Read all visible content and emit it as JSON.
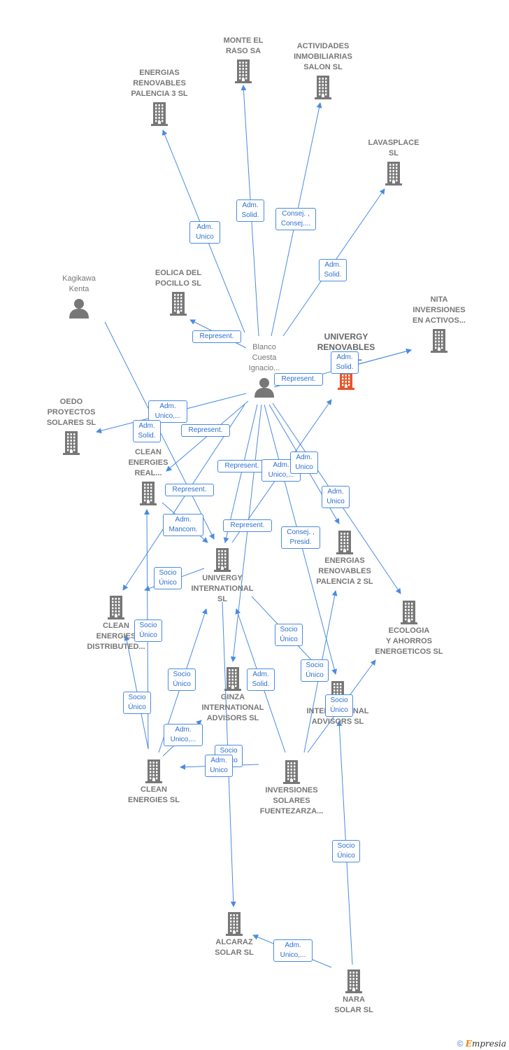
{
  "colors": {
    "edge": "#4a8be0",
    "company_icon": "#777777",
    "focus_icon": "#e8542a",
    "person_icon": "#777777"
  },
  "nodes": [
    {
      "id": "monte",
      "label": "MONTE EL\nRASO SA",
      "icon": "building-icon"
    },
    {
      "id": "actividades",
      "label": "ACTIVIDADES\nINMOBILIARIAS\nSALON SL",
      "icon": "building-icon"
    },
    {
      "id": "energias3",
      "label": "ENERGIAS\nRENOVABLES\nPALENCIA 3 SL",
      "icon": "building-icon"
    },
    {
      "id": "lavasplace",
      "label": "LAVASPLACE\nSL",
      "icon": "building-icon"
    },
    {
      "id": "kagikawa",
      "label": "Kagikawa\nKenta",
      "icon": "person-icon"
    },
    {
      "id": "eolica",
      "label": "EOLICA DEL\nPOCILLO SL",
      "icon": "building-icon"
    },
    {
      "id": "nita",
      "label": "NITA\nINVERSIONES\nEN ACTIVOS...",
      "icon": "building-icon"
    },
    {
      "id": "blanco",
      "label": "Blanco\nCuesta\nIgnacio...",
      "icon": "person-icon"
    },
    {
      "id": "univergy_ren",
      "label": "UNIVERGY\nRENOVABLES\nDE... SL",
      "icon": "building-icon"
    },
    {
      "id": "oedo",
      "label": "OEDO\nPROYECTOS\nSOLARES  SL",
      "icon": "building-icon"
    },
    {
      "id": "clean_real",
      "label": "CLEAN\nENERGIES\nREAL...",
      "icon": "building-icon"
    },
    {
      "id": "energias2",
      "label": "ENERGIAS\nRENOVABLES\nPALENCIA 2 SL",
      "icon": "building-icon"
    },
    {
      "id": "univergy_int",
      "label": "UNIVERGY\nINTERNATIONAL\nSL",
      "icon": "building-icon"
    },
    {
      "id": "clean_dist",
      "label": "CLEAN\nENERGIES\nDISTRIBUTED...",
      "icon": "building-icon"
    },
    {
      "id": "ecologia",
      "label": "ECOLOGIA\nY AHORROS\nENERGETICOS SL",
      "icon": "building-icon"
    },
    {
      "id": "ginza",
      "label": "GINZA\nINTERNATIONAL\nADVISORS  SL",
      "icon": "building-icon"
    },
    {
      "id": "intl_adv",
      "label": "INTERNATIONAL\nADVISORS  SL",
      "icon": "building-icon"
    },
    {
      "id": "clean_sl",
      "label": "CLEAN\nENERGIES SL",
      "icon": "building-icon"
    },
    {
      "id": "inversiones",
      "label": "INVERSIONES\nSOLARES\nFUENTEZARZA...",
      "icon": "building-icon"
    },
    {
      "id": "alcaraz",
      "label": "ALCARAZ\nSOLAR SL",
      "icon": "building-icon"
    },
    {
      "id": "nara",
      "label": "NARA\nSOLAR  SL",
      "icon": "building-icon"
    }
  ],
  "edges": [
    {
      "from": "blanco",
      "to": "monte",
      "label": "Adm.\nSolid."
    },
    {
      "from": "blanco",
      "to": "actividades",
      "label": "Consej. ,\nConsej...."
    },
    {
      "from": "blanco",
      "to": "energias3",
      "label": "Adm.\nUnico"
    },
    {
      "from": "blanco",
      "to": "lavasplace",
      "label": "Adm.\nSolid."
    },
    {
      "from": "blanco",
      "to": "eolica",
      "label": "Represent."
    },
    {
      "from": "blanco",
      "to": "nita",
      "label": "Represent."
    },
    {
      "from": "univergy_ren",
      "to": "nita",
      "label": "Adm.\nSolid."
    },
    {
      "from": "blanco",
      "to": "oedo",
      "label": "Adm.\nUnico,..."
    },
    {
      "from": "kagikawa",
      "to": "univergy_int",
      "label": "Adm.\nSolid."
    },
    {
      "from": "blanco",
      "to": "clean_real",
      "label": "Represent."
    },
    {
      "from": "blanco",
      "to": "clean_dist",
      "label": "Represent."
    },
    {
      "from": "blanco",
      "to": "univergy_int",
      "label": "Represent."
    },
    {
      "from": "univergy_int",
      "to": "univergy_ren",
      "label": "Adm.\nUnico,..."
    },
    {
      "from": "blanco",
      "to": "energias2",
      "label": "Adm.\nUnico"
    },
    {
      "from": "blanco",
      "to": "ecologia",
      "label": "Adm.\nUnico"
    },
    {
      "from": "blanco",
      "to": "intl_adv",
      "label": "Consej. ,\nPresid."
    },
    {
      "from": "blanco",
      "to": "ginza",
      "label": "Represent."
    },
    {
      "from": "clean_real",
      "to": "univergy_int",
      "label": "Adm.\nMancom."
    },
    {
      "from": "univergy_int",
      "to": "clean_dist",
      "label": "Socio\nÚnico"
    },
    {
      "from": "univergy_int",
      "to": "intl_adv",
      "label": "Socio\nÚnico"
    },
    {
      "from": "clean_sl",
      "to": "clean_real",
      "label": "Socio\nÚnico"
    },
    {
      "from": "clean_sl",
      "to": "clean_dist",
      "label": "Socio\nÚnico"
    },
    {
      "from": "clean_sl",
      "to": "univergy_int",
      "label": "Socio\nÚnico"
    },
    {
      "from": "clean_sl",
      "to": "ginza",
      "label": "Adm.\nUnico,..."
    },
    {
      "from": "inversiones",
      "to": "univergy_int",
      "label": "Adm.\nSolid."
    },
    {
      "from": "inversiones",
      "to": "clean_sl",
      "label": "Socio\nÚnico"
    },
    {
      "from": "univergy_int",
      "to": "alcaraz",
      "label": "Adm.\nUnico"
    },
    {
      "from": "inversiones",
      "to": "energias2",
      "label": "Socio\nÚnico"
    },
    {
      "from": "inversiones",
      "to": "ecologia",
      "label": "Socio\nÚnico"
    },
    {
      "from": "nara",
      "to": "intl_adv",
      "label": "Socio\nÚnico"
    },
    {
      "from": "nara",
      "to": "alcaraz",
      "label": "Adm.\nUnico,..."
    }
  ],
  "footer": {
    "copyright": "©",
    "brand_initial": "E",
    "brand_rest": "mpresia"
  }
}
